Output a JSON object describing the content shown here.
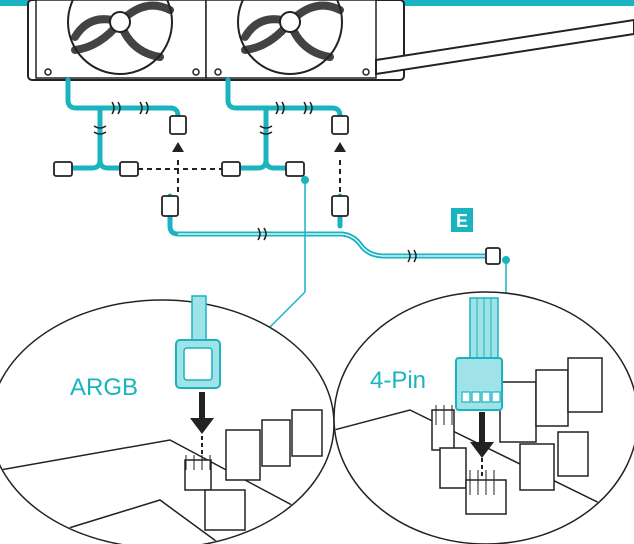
{
  "colors": {
    "accent": "#19b4c0",
    "accent_light": "#9fe3e8",
    "line_dark": "#222222",
    "fill_grey": "#f2f2f2",
    "white": "#ffffff",
    "label_bg": "#19b4c0",
    "label_fg": "#ffffff"
  },
  "labels": {
    "marker": "E",
    "left_connector": "ARGB",
    "right_connector": "4-Pin"
  },
  "icons": {
    "fans": "fan-icon",
    "arrow_down": "arrow-down-icon",
    "arrow_up": "arrow-up-icon",
    "connector": "plug-icon"
  }
}
